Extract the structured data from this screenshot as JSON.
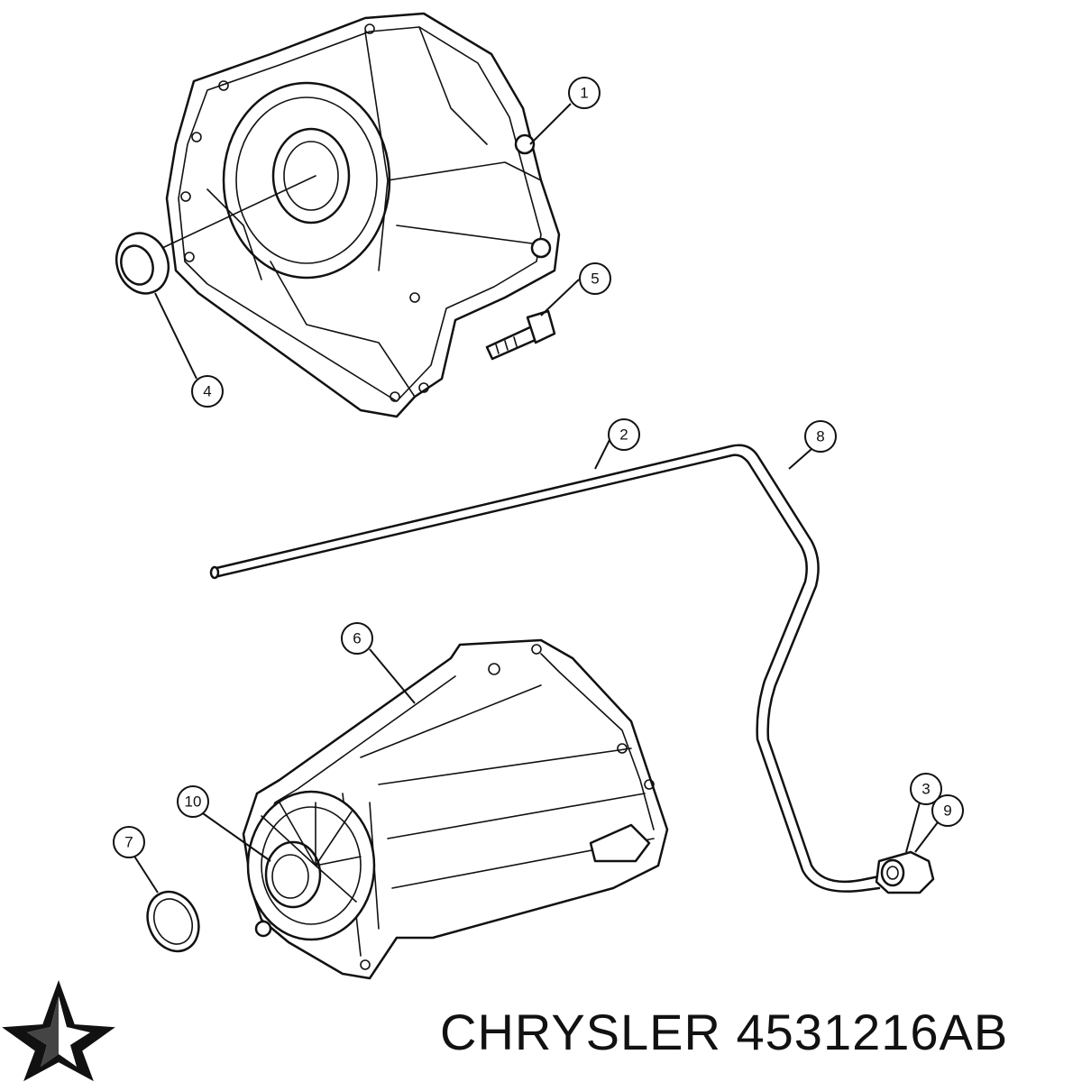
{
  "callouts": [
    {
      "id": "c1",
      "label": "1"
    },
    {
      "id": "c2",
      "label": "2"
    },
    {
      "id": "c3",
      "label": "3"
    },
    {
      "id": "c4",
      "label": "4"
    },
    {
      "id": "c5",
      "label": "5"
    },
    {
      "id": "c6",
      "label": "6"
    },
    {
      "id": "c7",
      "label": "7"
    },
    {
      "id": "c8",
      "label": "8"
    },
    {
      "id": "c9",
      "label": "9"
    },
    {
      "id": "c10",
      "label": "10"
    }
  ],
  "caption": {
    "brand": "CHRYSLER",
    "part_number": "4531216AB"
  },
  "logo": {
    "icon": "pentastar-logo-icon",
    "color": "#111111"
  }
}
